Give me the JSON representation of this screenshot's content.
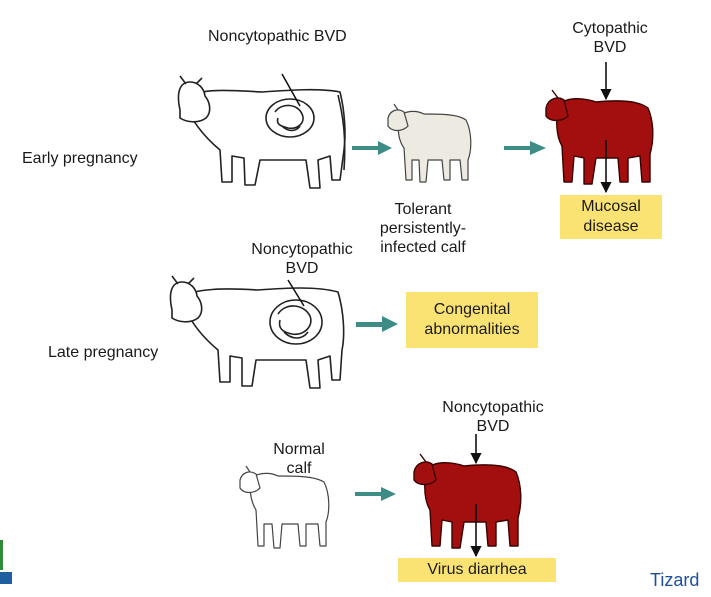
{
  "row1": {
    "stage_label": "Early pregnancy",
    "virus_label": "Noncytopathic BVD",
    "calf_label": "Tolerant persistently-infected calf",
    "second_virus_label": "Cytopathic BVD",
    "outcome": "Mucosal disease"
  },
  "row2": {
    "stage_label": "Late pregnancy",
    "virus_label": "Noncytopathic BVD",
    "outcome": "Congenital abnormalities"
  },
  "row3": {
    "calf_label": "Normal calf",
    "virus_label": "Noncytopathic BVD",
    "outcome": "Virus diarrhea"
  },
  "credit": "Tizard",
  "colors": {
    "infected_calf": "#a30f0f",
    "tolerant_calf": "#eceae1",
    "outcome_box": "#fae373",
    "arrow": "#3d8d86",
    "credit_text": "#1f4fa0"
  }
}
